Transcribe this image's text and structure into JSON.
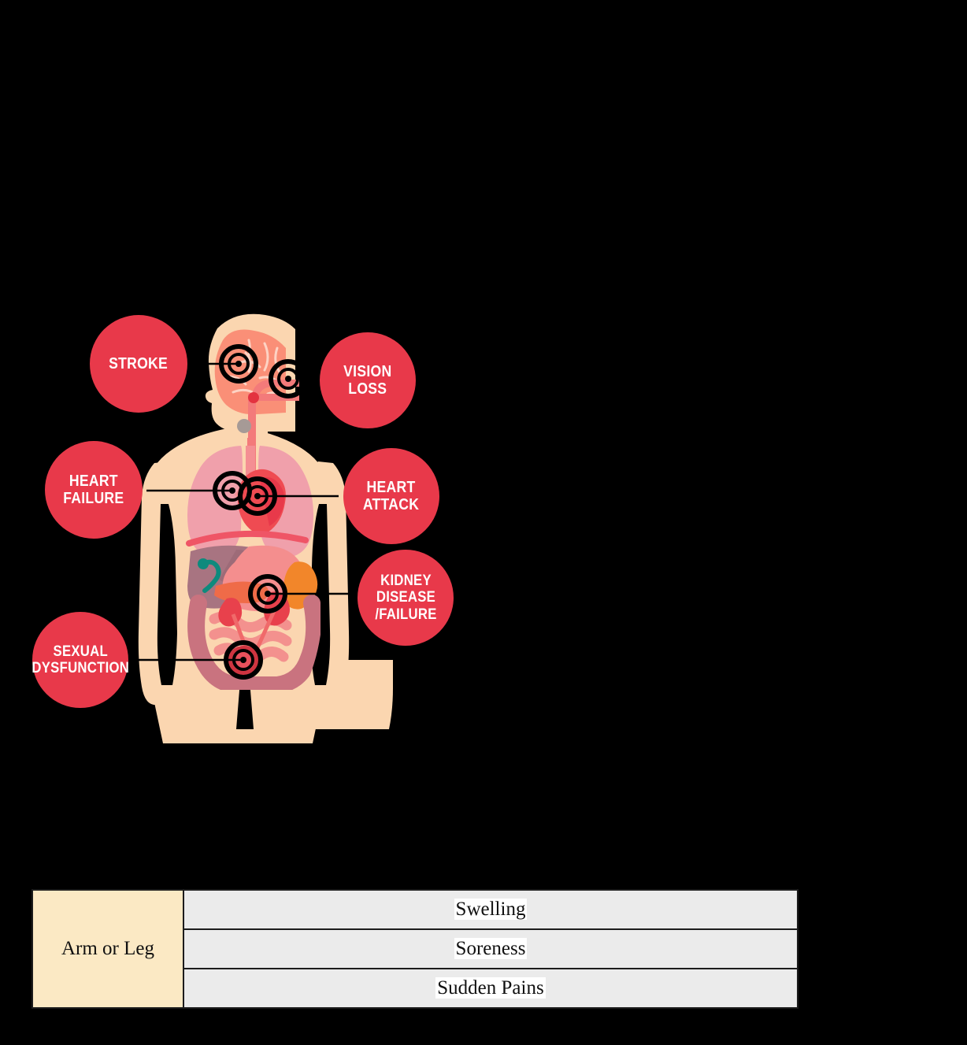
{
  "infographic": {
    "title_alt": "Complications of high blood pressure on the human body",
    "accent_color": "#e8394a",
    "marker_color": "#000000",
    "skin_color": "#fbd6b0",
    "background_color": "#000000",
    "callouts": [
      {
        "id": "stroke",
        "label": "STROKE",
        "marker": "target-icon"
      },
      {
        "id": "vision",
        "label": "VISION\nLOSS",
        "marker": "target-icon"
      },
      {
        "id": "heart-failure",
        "label": "HEART\nFAILURE",
        "marker": "target-icon"
      },
      {
        "id": "heart-attack",
        "label": "HEART\nATTACK",
        "marker": "target-icon"
      },
      {
        "id": "kidney",
        "label": "KIDNEY\nDISEASE\n/FAILURE",
        "marker": "target-icon"
      },
      {
        "id": "sexual",
        "label": "SEXUAL\nDYSFUNCTION",
        "marker": "target-icon"
      }
    ]
  },
  "table": {
    "region_label": "Arm or Leg",
    "symptoms": [
      "Swelling",
      "Soreness",
      "Sudden Pains"
    ]
  }
}
